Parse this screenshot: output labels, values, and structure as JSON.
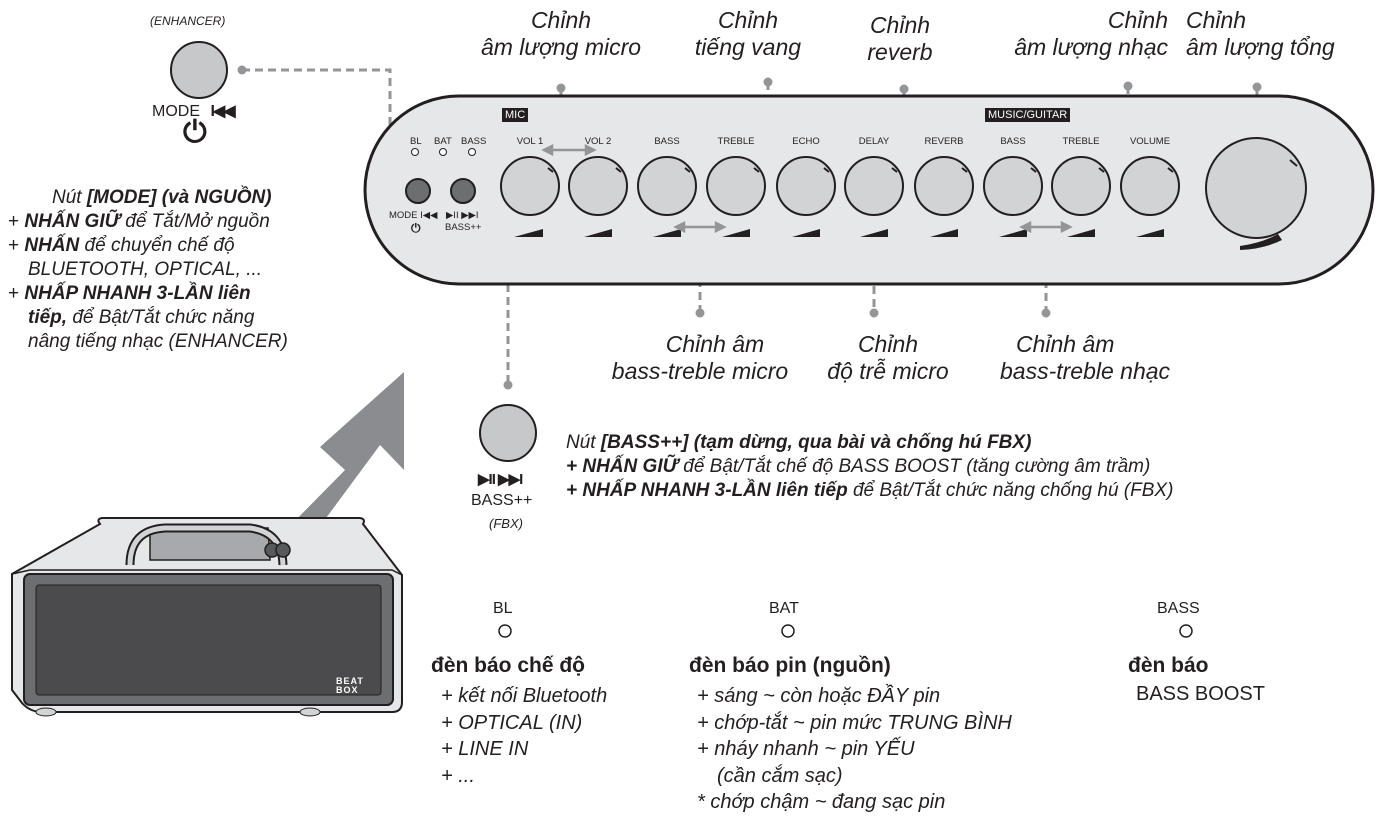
{
  "enhancer_button": {
    "top_label": "(ENHANCER)",
    "mode_label": "MODE",
    "prev_glyph": "I◀◀",
    "power_glyph": "⏻"
  },
  "mode_note": {
    "title_a": "Nút ",
    "title_b": "[MODE] (và NGUỒN)",
    "l1_a": "+ ",
    "l1_b": "NHẤN GIỮ",
    "l1_c": " để Tắt/Mở nguồn",
    "l2_a": "+ ",
    "l2_b": "NHẤN",
    "l2_c": " để chuyển chế độ",
    "l3": "BLUETOOTH, OPTICAL, ...",
    "l4_a": "+ ",
    "l4_b": "NHẤP NHANH 3-LẦN liên",
    "l5_b": "tiếp,",
    "l5_c": " để Bật/Tắt chức năng",
    "l6": "nâng tiếng nhạc (ENHANCER)"
  },
  "top_labels": [
    {
      "l1": "Chỉnh",
      "l2": "âm lượng micro"
    },
    {
      "l1": "Chỉnh",
      "l2": "tiếng vang"
    },
    {
      "l1": "Chỉnh",
      "l2": "reverb"
    },
    {
      "l1": "Chỉnh",
      "l2": "âm lượng nhạc"
    },
    {
      "l1": "Chỉnh",
      "l2": "âm lượng tổng"
    }
  ],
  "panel": {
    "indicators": [
      "BL",
      "BAT",
      "BASS"
    ],
    "mode_caption": "MODE I◀◀",
    "power_caption": "⏻",
    "play_caption": "▶II ▶▶I",
    "bass_caption": "BASS++",
    "section_mic": "MIC",
    "section_music": "MUSIC/GUITAR",
    "knobs": [
      "VOL 1",
      "VOL 2",
      "BASS",
      "TREBLE",
      "ECHO",
      "DELAY",
      "REVERB",
      "BASS",
      "TREBLE",
      "VOLUME"
    ]
  },
  "bottom_labels": [
    {
      "l1": "Chỉnh âm",
      "l2": "bass-treble micro"
    },
    {
      "l1": "Chỉnh",
      "l2": "độ trễ micro"
    },
    {
      "l1": "Chỉnh âm",
      "l2": "bass-treble nhạc"
    }
  ],
  "bass_button": {
    "glyphs": "▶II ▶▶I",
    "label": "BASS++",
    "sub": "(FBX)"
  },
  "bass_note": {
    "l1_a": "Nút ",
    "l1_b": "[BASS++] (tạm dừng, qua bài và chống hú FBX)",
    "l2_b": "+ NHẤN GIỮ",
    "l2_c": " để Bật/Tắt chế độ BASS BOOST (tăng cường âm trầm)",
    "l3_b": "+ NHẤP NHANH 3-LẦN liên tiếp",
    "l3_c": " để Bật/Tắt chức năng chống hú (FBX)"
  },
  "speaker": {
    "brand_a": "BEAT",
    "brand_b": "BOX"
  },
  "legend_bl": {
    "code": "BL",
    "title": "đèn báo chế độ",
    "items": [
      "+ kết nối Bluetooth",
      "+ OPTICAL (IN)",
      "+ LINE IN",
      "+ ..."
    ]
  },
  "legend_bat": {
    "code": "BAT",
    "title": "đèn báo pin (nguồn)",
    "items": [
      "+ sáng ~ còn hoặc ĐẦY pin",
      "+ chớp-tắt ~ pin mức TRUNG BÌNH",
      "+ nháy nhanh ~ pin YẾU",
      "(cần cắm sạc)",
      "* chớp chậm ~ đang sạc pin"
    ]
  },
  "legend_bass": {
    "code": "BASS",
    "title": "đèn báo",
    "sub": "BASS BOOST"
  }
}
